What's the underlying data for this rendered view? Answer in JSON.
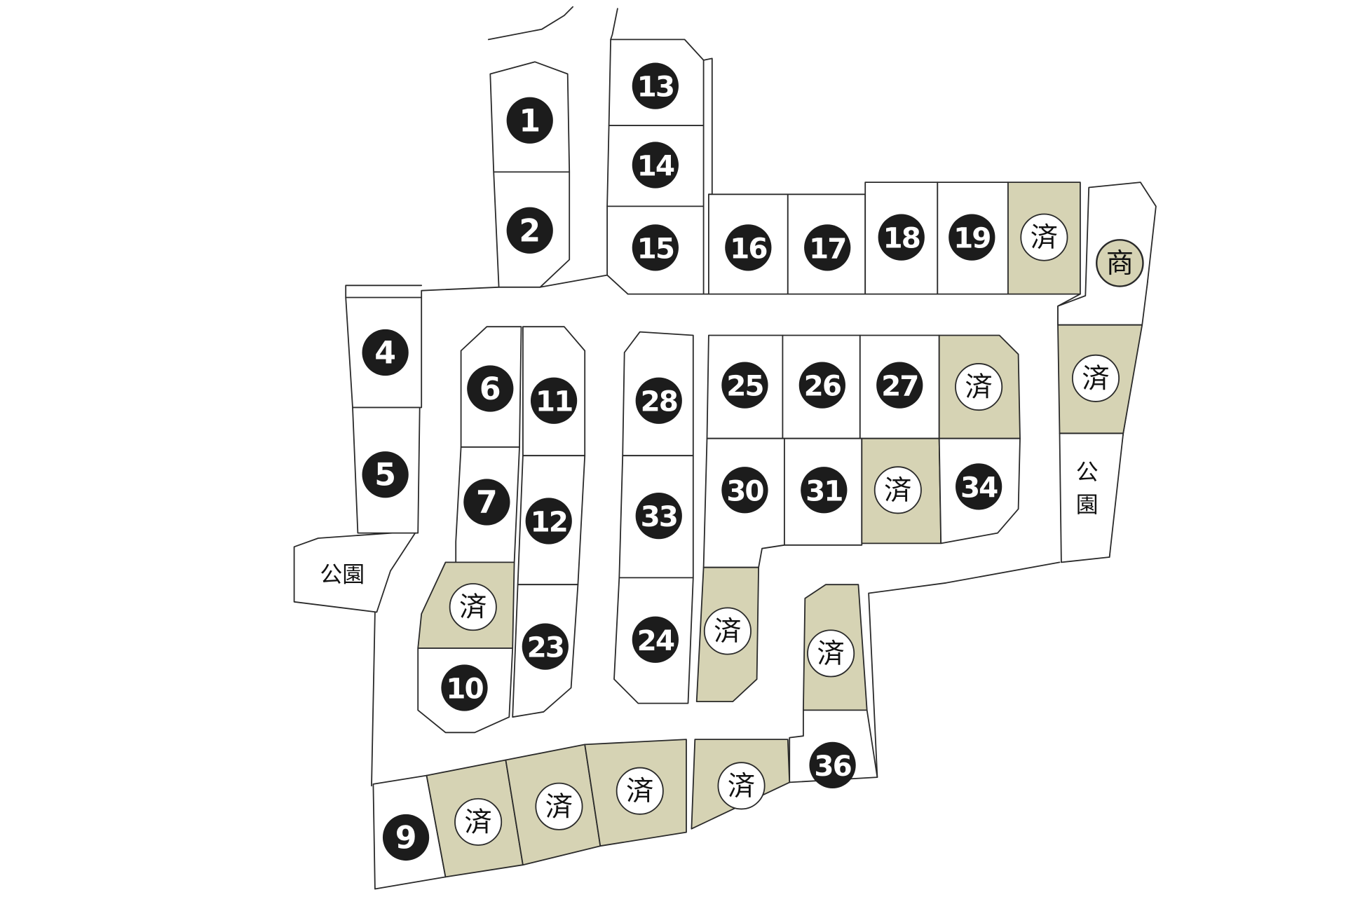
{
  "colors": {
    "available_fill": "#ffffff",
    "sold_fill": "#d6d3b4",
    "number_badge": "#1c1c1c",
    "number_text": "#ffffff",
    "sold_badge": "#ffffff",
    "shop_badge": "#d6d3b4",
    "line": "#2a2a2a"
  },
  "labels": {
    "sold": "済",
    "shop": "商",
    "park": "公園"
  },
  "lots": [
    {
      "id": "1",
      "status": "available"
    },
    {
      "id": "2",
      "status": "available"
    },
    {
      "id": "13",
      "status": "available"
    },
    {
      "id": "14",
      "status": "available"
    },
    {
      "id": "15",
      "status": "available"
    },
    {
      "id": "16",
      "status": "available"
    },
    {
      "id": "17",
      "status": "available"
    },
    {
      "id": "18",
      "status": "available"
    },
    {
      "id": "19",
      "status": "available"
    },
    {
      "id": "",
      "status": "sold"
    },
    {
      "id": "",
      "status": "shop"
    },
    {
      "id": "",
      "status": "sold"
    },
    {
      "id": "4",
      "status": "available"
    },
    {
      "id": "5",
      "status": "available"
    },
    {
      "id": "6",
      "status": "available"
    },
    {
      "id": "7",
      "status": "available"
    },
    {
      "id": "",
      "status": "sold"
    },
    {
      "id": "10",
      "status": "available"
    },
    {
      "id": "11",
      "status": "available"
    },
    {
      "id": "12",
      "status": "available"
    },
    {
      "id": "23",
      "status": "available"
    },
    {
      "id": "28",
      "status": "available"
    },
    {
      "id": "33",
      "status": "available"
    },
    {
      "id": "24",
      "status": "available"
    },
    {
      "id": "25",
      "status": "available"
    },
    {
      "id": "26",
      "status": "available"
    },
    {
      "id": "27",
      "status": "available"
    },
    {
      "id": "",
      "status": "sold"
    },
    {
      "id": "30",
      "status": "available"
    },
    {
      "id": "31",
      "status": "available"
    },
    {
      "id": "",
      "status": "sold"
    },
    {
      "id": "34",
      "status": "available"
    },
    {
      "id": "",
      "status": "sold"
    },
    {
      "id": "",
      "status": "sold"
    },
    {
      "id": "36",
      "status": "available"
    },
    {
      "id": "9",
      "status": "available"
    },
    {
      "id": "",
      "status": "sold"
    },
    {
      "id": "",
      "status": "sold"
    },
    {
      "id": "",
      "status": "sold"
    },
    {
      "id": "",
      "status": "sold"
    }
  ],
  "parks": [
    {
      "text": "公園",
      "orientation": "horizontal"
    },
    {
      "text": "公園",
      "orientation": "vertical"
    }
  ]
}
